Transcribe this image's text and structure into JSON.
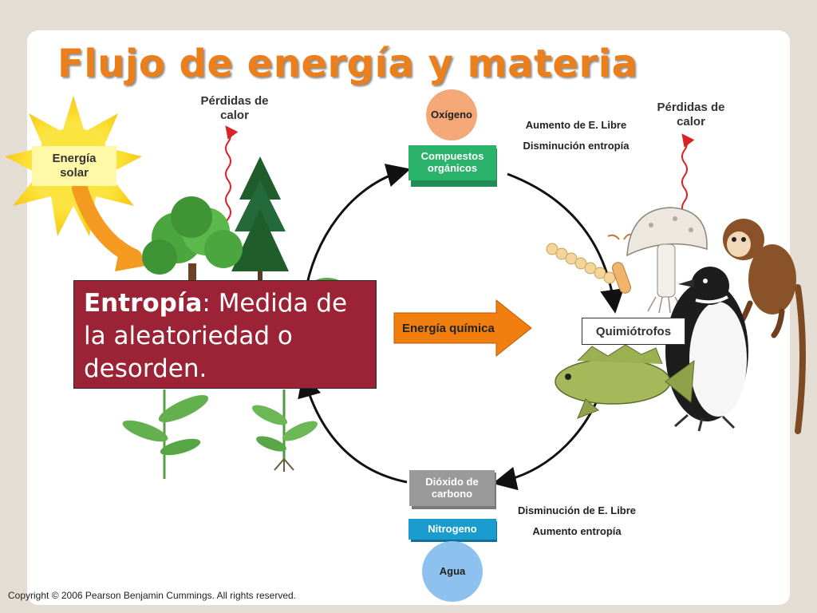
{
  "slide": {
    "title": "Flujo de energía y materia",
    "copyright": "Copyright © 2006 Pearson Benjamin Cummings. All rights reserved."
  },
  "diagram": {
    "solar_energy": "Energía\nsolar",
    "heat_loss_left": "Pérdidas de\ncalor",
    "heat_loss_right": "Pérdidas de\ncalor",
    "oxygen": "Oxígeno",
    "organic_compounds": "Compuestos\norgánicos",
    "free_energy_increase": "Aumento de E. Libre",
    "entropy_decrease": "Disminución entropía",
    "chemical_energy": "Energía química",
    "chemotrophs": "Quimiótrofos",
    "carbon_dioxide": "Dióxido de\ncarbono",
    "nitrogen": "Nitrogeno",
    "water": "Agua",
    "free_energy_decrease": "Disminución de E. Libre",
    "entropy_increase": "Aumento entropía"
  },
  "entropy_note": {
    "term": "Entropía",
    "definition": ": Medida de la aleatoriedad o desorden."
  },
  "colors": {
    "title": "#ea7f1b",
    "entropy_box": "#9b2335",
    "organic_box": "#2bb36b",
    "co2_box": "#9a9a9a",
    "nitrogen_box": "#1b9ccf",
    "oxygen_circle": "#f4a878",
    "water_circle": "#8ec2ee",
    "arrow_orange": "#f07f10",
    "sun": "#fbe033"
  },
  "icons": [
    "sun-icon",
    "tree-icon",
    "plant-icon",
    "mushroom-icon",
    "monkey-icon",
    "penguin-icon",
    "fish-icon",
    "bacteria-icon",
    "heat-wave-icon"
  ]
}
